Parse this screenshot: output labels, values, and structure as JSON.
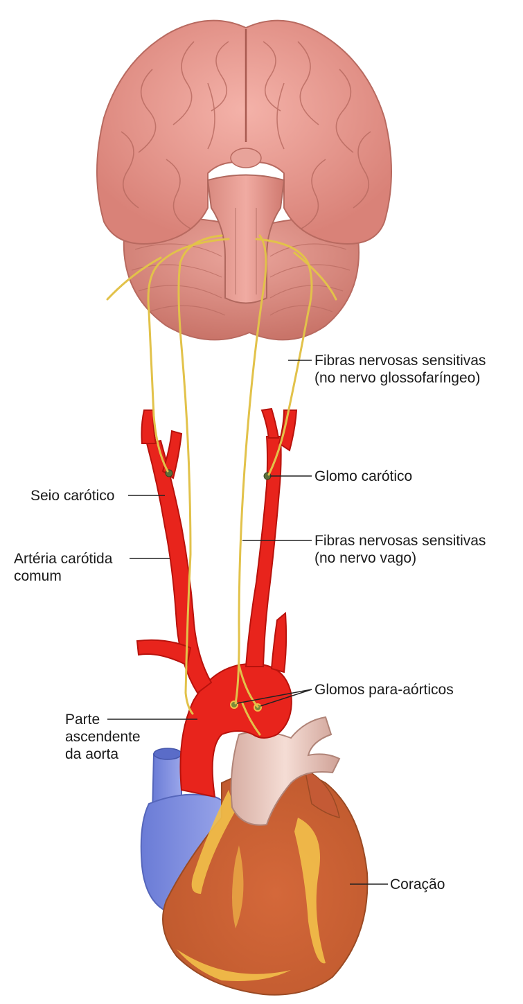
{
  "labels": {
    "sensory_glosso": [
      "Fibras nervosas sensitivas",
      "(no nervo glossofaríngeo)"
    ],
    "carotid_body": "Glomo carótico",
    "carotid_sinus": "Seio carótico",
    "common_carotid": [
      "Artéria carótida",
      "comum"
    ],
    "sensory_vagus": [
      "Fibras nervosas sensitivas",
      "(no nervo vago)"
    ],
    "aortic_bodies": "Glomos para-aórticos",
    "ascending_aorta": [
      "Parte",
      "ascendente",
      "da aorta"
    ],
    "heart": "Coração"
  },
  "colors": {
    "brain": "#e89a92",
    "brainstem": "#d98a80",
    "cerebellum": "#dc948b",
    "artery": "#e8241c",
    "vein": "#7f8fe0",
    "heart_muscle": "#d8713e",
    "heart_fat": "#f2c04a",
    "pulmonary_trunk": "#e9c7bd",
    "nerve": "#e2c24a",
    "glomus": "#5a6f3a",
    "leader": "#222222"
  }
}
